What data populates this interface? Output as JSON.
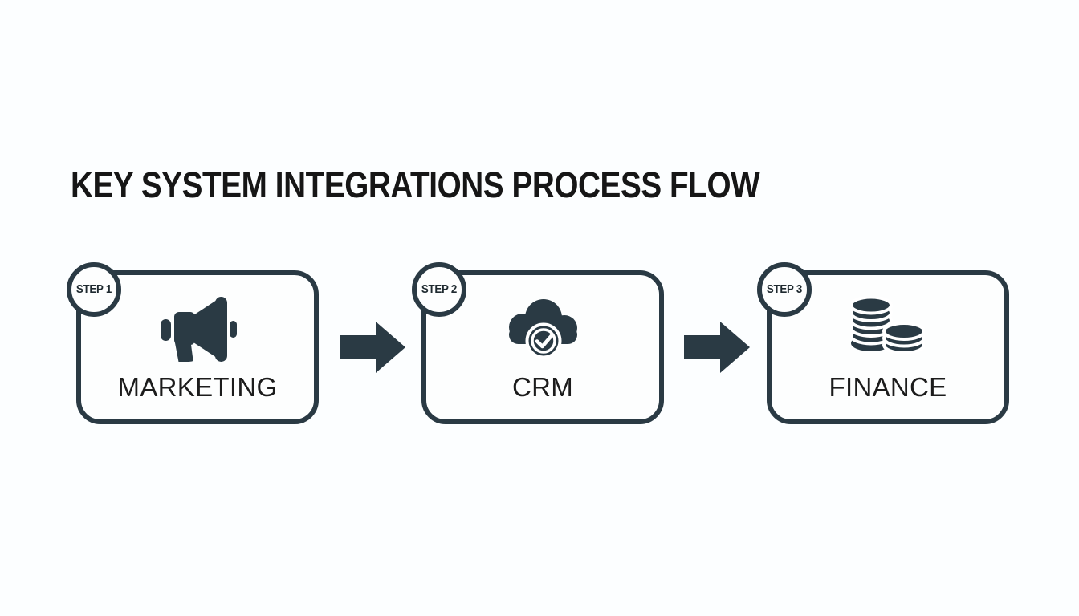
{
  "title": "KEY SYSTEM INTEGRATIONS PROCESS FLOW",
  "colors": {
    "accent": "#2a3a44",
    "title_text": "#161616",
    "label_text": "#1c1c1c",
    "badge_text": "#1f2a30",
    "background": "#fcfeff",
    "card_fill": "#fdfefe"
  },
  "steps": [
    {
      "badge": "STEP 1",
      "label": "MARKETING",
      "icon": "megaphone-icon"
    },
    {
      "badge": "STEP 2",
      "label": "CRM",
      "icon": "cloud-check-icon"
    },
    {
      "badge": "STEP 3",
      "label": "FINANCE",
      "icon": "coins-icon"
    }
  ],
  "connectors": [
    {
      "icon": "arrow-right-icon"
    },
    {
      "icon": "arrow-right-icon"
    }
  ]
}
